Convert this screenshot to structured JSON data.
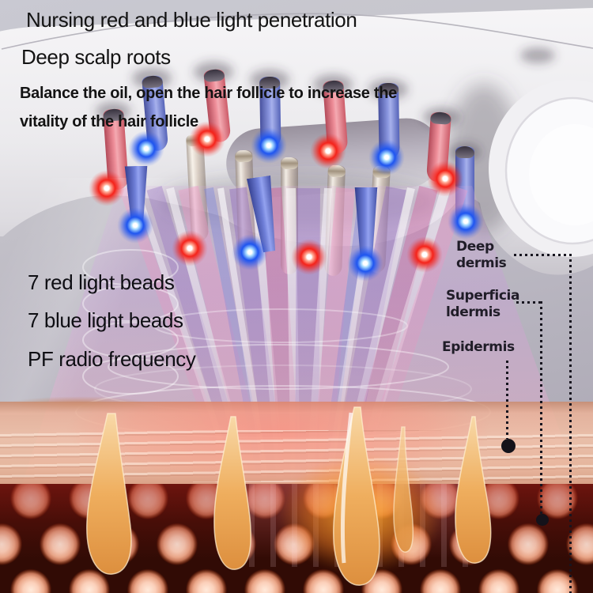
{
  "header": {
    "line1": "Nursing red and blue light penetration",
    "line2": "Deep scalp roots",
    "line3": "Balance the oil, open the hair follicle to increase the",
    "line4": "vitality of the hair follicle"
  },
  "features": {
    "items": [
      "7 red light beads",
      "7 blue light beads",
      "PF radio frequency"
    ]
  },
  "layer_labels": {
    "deep_dermis_line1": "Deep",
    "deep_dermis_line2": "dermis",
    "superficial_dermis_line1": "Superficia",
    "superficial_dermis_line2": "ldermis",
    "epidermis": "Epidermis"
  },
  "device": {
    "red_bead_count": 7,
    "blue_bead_count": 7,
    "description": "comb head with red and blue light teeth projecting beams into scalp cross-section"
  },
  "colors": {
    "red_bead": "#f5231a",
    "blue_bead": "#1e55f0",
    "headline_text": "#131313",
    "label_text": "#201d28",
    "device_body": "#f2f1f4",
    "skin_surface": "#f3c2a7",
    "dermis": "#310b05",
    "follicle": "#eeb066",
    "background": "#bdbac4"
  }
}
